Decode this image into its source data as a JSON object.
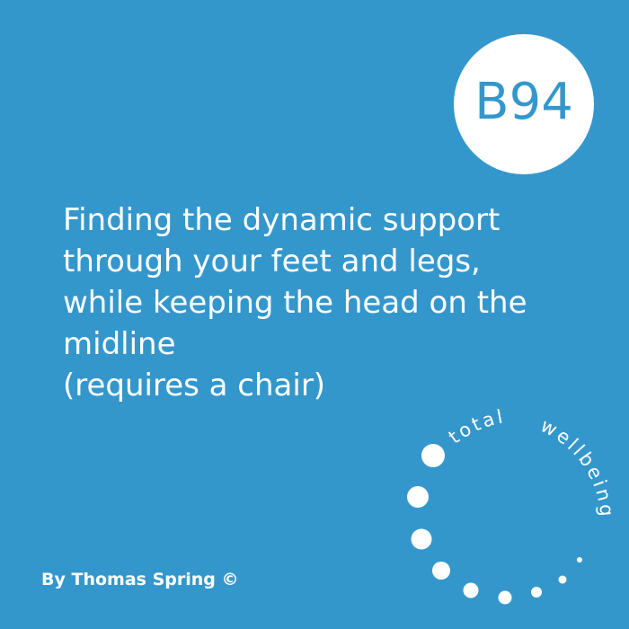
{
  "badge": {
    "code": "B94"
  },
  "headline": {
    "lines": [
      "Finding the dynamic support",
      "through your feet and legs,",
      "while keeping the head on the",
      "midline",
      "(requires a chair)"
    ]
  },
  "credit": {
    "text": "By Thomas Spring ©"
  },
  "logo": {
    "words": [
      "total",
      "wellbeing"
    ]
  },
  "colors": {
    "background": "#3497cc",
    "foreground": "#ffffff"
  }
}
